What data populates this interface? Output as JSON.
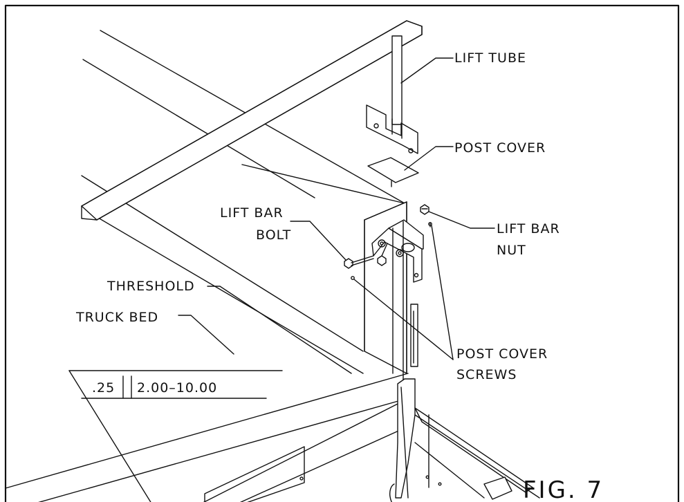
{
  "labels": {
    "lift_tube": "LIFT TUBE",
    "post_cover": "POST COVER",
    "lift_bar_1": "LIFT BAR",
    "bolt": "BOLT",
    "lift_bar_2": "LIFT BAR",
    "nut": "NUT",
    "threshold": "THRESHOLD",
    "truck_bed": "TRUCK BED",
    "post_cover_2": "POST COVER",
    "screws": "SCREWS",
    "tolerance_a": ".25",
    "tolerance_b": "2.00–10.00",
    "figure": "FIG.  7"
  }
}
